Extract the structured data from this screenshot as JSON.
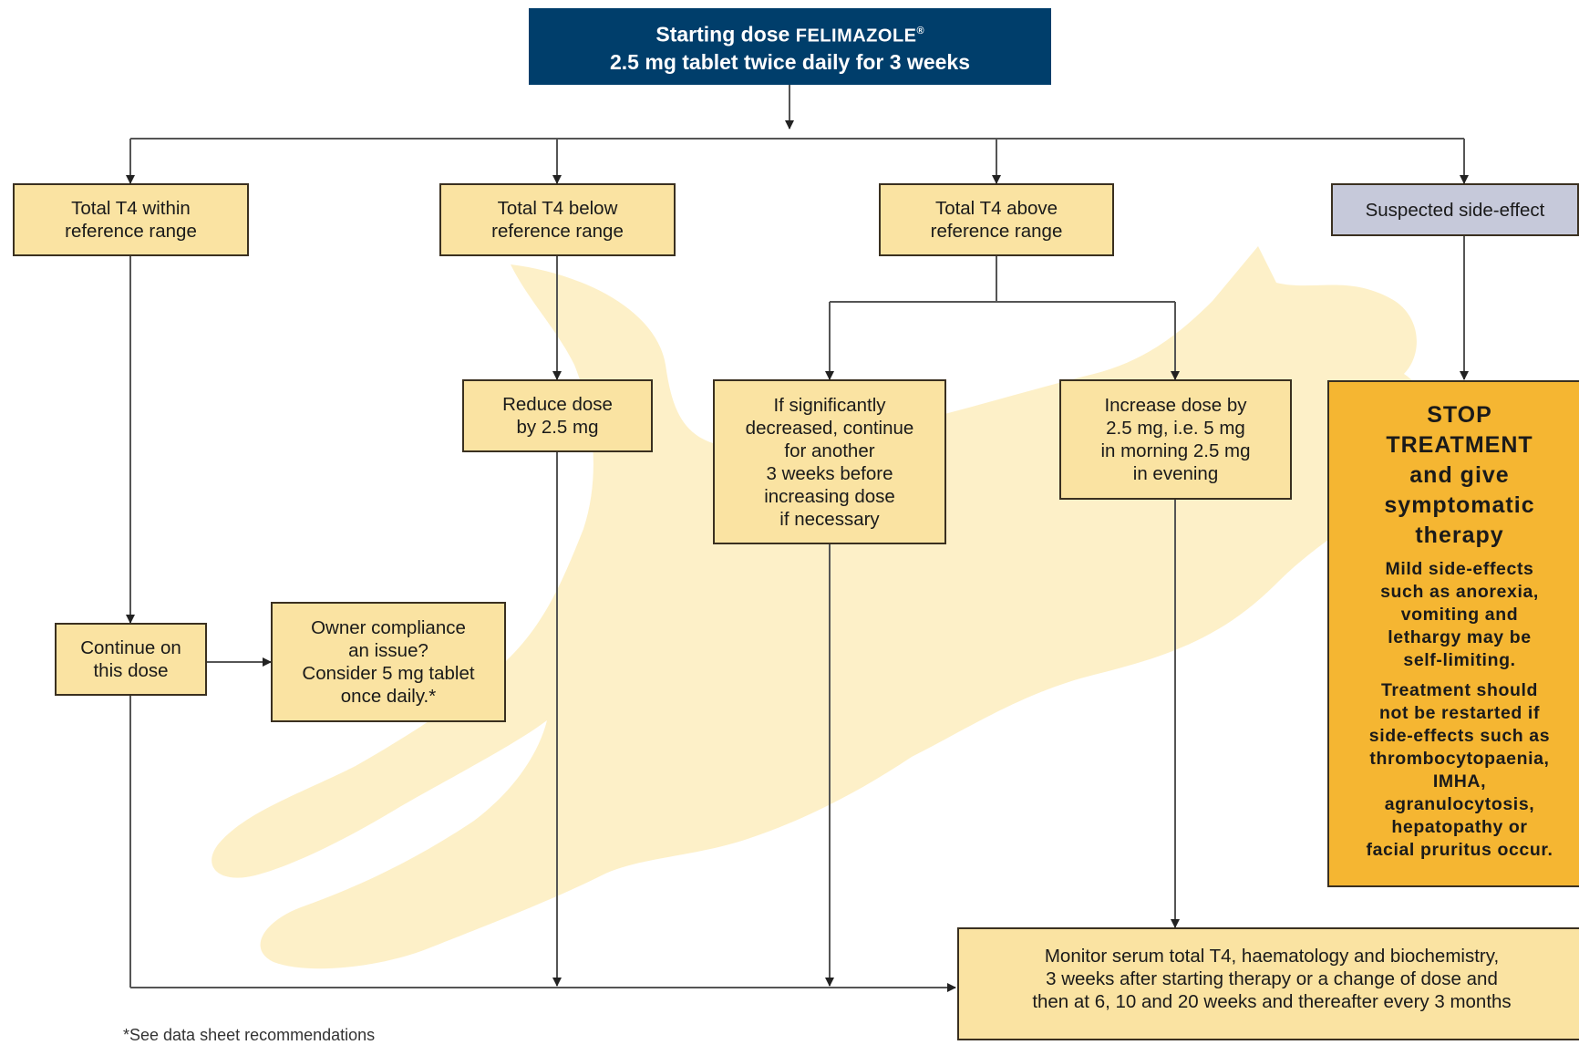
{
  "top_box": {
    "line1_prefix": "Starting dose ",
    "brand": "FELIMAZOLE",
    "reg": "®",
    "line2": "2.5 mg tablet twice daily for 3 weeks"
  },
  "branches": {
    "within": "Total T4 within\nreference range",
    "below": "Total T4 below\nreference range",
    "above": "Total T4 above\nreference range",
    "side_effect": "Suspected side-effect"
  },
  "actions": {
    "reduce": "Reduce dose\nby 2.5 mg",
    "if_decreased": "If significantly\ndecreased, continue\nfor another\n3 weeks before\nincreasing dose\nif necessary",
    "increase": "Increase dose by\n2.5 mg, i.e. 5 mg\nin morning 2.5 mg\nin evening",
    "continue": "Continue on\nthis dose",
    "compliance": "Owner compliance\nan issue?\nConsider 5 mg tablet\nonce daily.*"
  },
  "stop": {
    "heading": "STOP\nTREATMENT\nand give\nsymptomatic\ntherapy",
    "note1": "Mild side-effects\nsuch as anorexia,\nvomiting and\nlethargy may be\nself-limiting.",
    "note2": "Treatment should\nnot be restarted if\nside-effects such as\nthrombocytopaenia,\nIMHA,\nagranulocytosis,\nhepatopathy or\nfacial pruritus occur."
  },
  "monitor": "Monitor serum total T4, haematology and biochemistry,\n3 weeks after starting therapy or a change of dose and\nthen at 6, 10 and 20 weeks and thereafter every 3 months",
  "footnote": "*See data sheet recommendations",
  "colors": {
    "header_blue": "#003e6b",
    "box_fill": "#fae3a2",
    "side_effect_fill": "#c6c9da",
    "stop_fill": "#f5b632",
    "watermark": "#fdf0c8",
    "line": "#555555"
  }
}
